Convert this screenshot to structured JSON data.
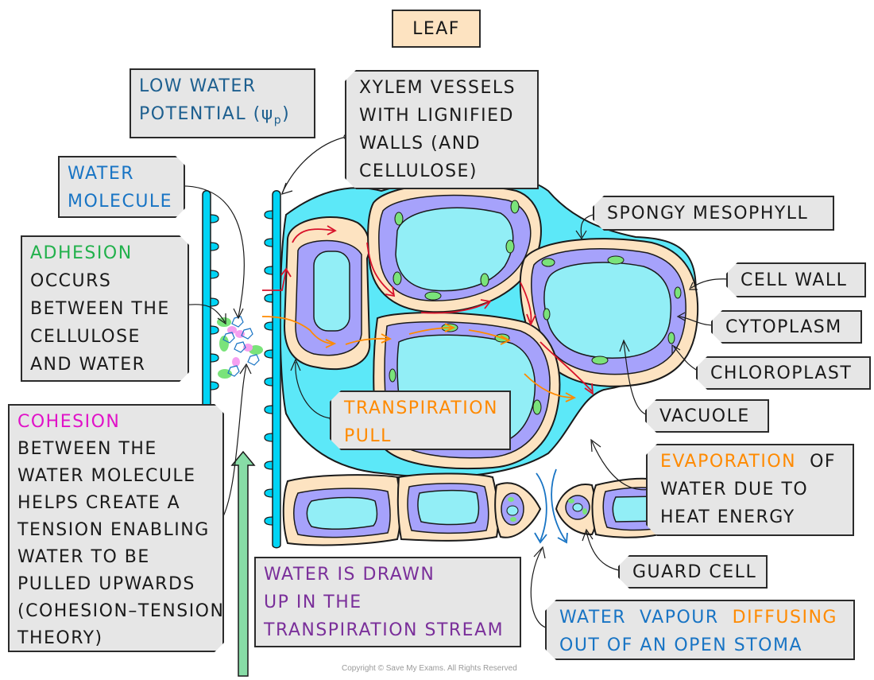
{
  "title": "LEAF",
  "labels": {
    "low_water_potential": [
      "LOW  WATER",
      "POTENTIAL  (ψ",
      "p",
      ")"
    ],
    "xylem_vessels": [
      "XYLEM  VESSELS",
      "WITH  LIGNIFIED",
      "WALLS  (AND",
      "CELLULOSE)"
    ],
    "water_molecule": [
      "WATER",
      "MOLECULE"
    ],
    "adhesion": {
      "keyword": "ADHESION",
      "lines": [
        "OCCURS",
        "BETWEEN  THE",
        "CELLULOSE",
        "AND  WATER"
      ]
    },
    "cohesion": {
      "keyword": "COHESION",
      "lines": [
        "BETWEEN  THE",
        "WATER  MOLECULE",
        "HELPS  CREATE  A",
        "TENSION  ENABLING",
        "WATER  TO  BE",
        "PULLED  UPWARDS",
        "(COHESION–TENSION",
        "THEORY)"
      ]
    },
    "transpiration_pull": [
      "TRANSPIRATION",
      "PULL"
    ],
    "transpiration_stream": [
      "WATER  IS  DRAWN",
      "UP  IN  THE",
      "TRANSPIRATION  STREAM"
    ],
    "spongy_mesophyll": "SPONGY  MESOPHYLL",
    "cell_wall": "CELL  WALL",
    "cytoplasm": "CYTOPLASM",
    "chloroplast": "CHLOROPLAST",
    "vacuole": "VACUOLE",
    "evaporation": {
      "keyword": "EVAPORATION",
      "rest_first": "  OF",
      "lines": [
        "WATER  DUE  TO",
        "HEAT  ENERGY"
      ]
    },
    "guard_cell": "GUARD  CELL",
    "water_vapour": {
      "part1": "WATER  VAPOUR  ",
      "keyword": "DIFFUSING",
      "line2": "OUT  OF  AN  OPEN  STOMA"
    }
  },
  "copyright": "Copyright © Save My Exams. All Rights Reserved",
  "colors": {
    "xylem": "#00d4f5",
    "intercellular_space": "#5ce8f8",
    "cell_wall": "#fde3c1",
    "cytoplasm": "#a6a2fb",
    "vacuole": "#92eef6",
    "chloroplast": "#7ae37a",
    "arrow_red": "#d8122a",
    "arrow_orange": "#ff8a00",
    "stream_arrow": "#87dca6",
    "vapour_arrow": "#1874c4",
    "label_bg": "#e6e6e6",
    "title_bg": "#fde3c1"
  }
}
